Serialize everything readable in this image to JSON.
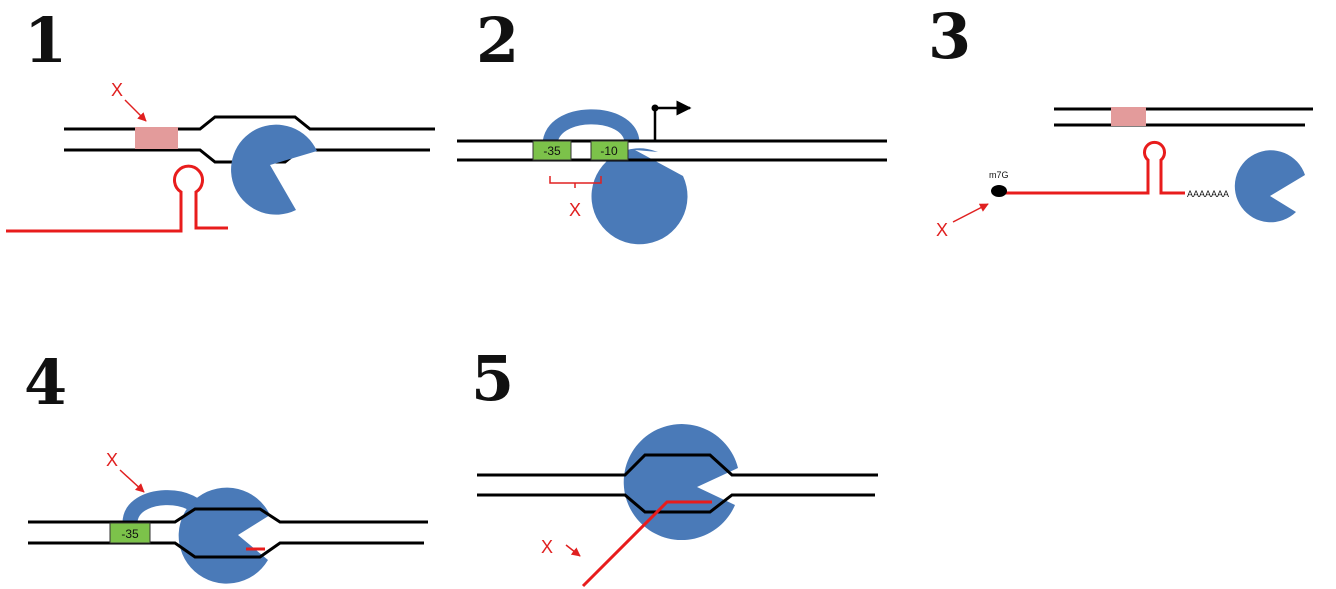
{
  "panels": [
    {
      "number": "1",
      "x_label": "X"
    },
    {
      "number": "2",
      "x_label": "X",
      "box_left": "-35",
      "box_right": "-10"
    },
    {
      "number": "3",
      "x_label": "X",
      "cap_label": "m7G",
      "polya_label": "AAAAAAA"
    },
    {
      "number": "4",
      "x_label": "X",
      "box_left": "-35"
    },
    {
      "number": "5",
      "x_label": "X"
    }
  ],
  "colors": {
    "dna": "#000000",
    "rna": "#e81c1c",
    "polymerase": "#4a7ab8",
    "operator_box": "#e39b9b",
    "promoter_box": "#7cc24a",
    "label_red": "#e02020"
  }
}
